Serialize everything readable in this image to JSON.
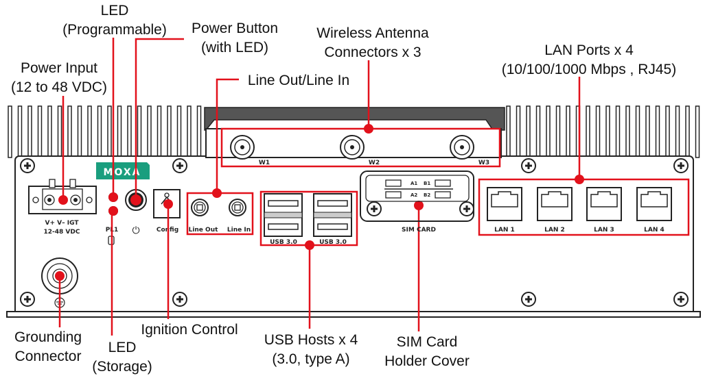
{
  "device_labels": {
    "logo": "MOXA",
    "power_pins": "V+  V–   IGT",
    "power_rating": "12-48 VDC",
    "led_pl1": "PL1",
    "power_symbol": "⏻",
    "config": "Config",
    "line_out": "Line Out",
    "line_in": "Line In",
    "usb_1": "USB 3.0",
    "usb_2": "USB 3.0",
    "sim_card": "SIM CARD",
    "sim_a1": "A1",
    "sim_b1": "B1",
    "sim_a2": "A2",
    "sim_b2": "B2",
    "antennas": [
      "W1",
      "W2",
      "W3"
    ],
    "lan": [
      "LAN 1",
      "LAN 2",
      "LAN 3",
      "LAN 4"
    ]
  },
  "callouts": {
    "led_programmable": [
      "LED",
      "(Programmable)"
    ],
    "power_button": [
      "Power Button",
      "(with LED)"
    ],
    "power_input": [
      "Power Input",
      "(12 to 48 VDC)"
    ],
    "line_io": [
      "Line Out/Line In"
    ],
    "wireless": [
      "Wireless Antenna",
      "Connectors x 3"
    ],
    "lan_ports": [
      "LAN Ports x 4",
      "(10/100/1000 Mbps , RJ45)"
    ],
    "grounding": [
      "Grounding",
      "Connector"
    ],
    "led_storage": [
      "LED",
      "(Storage)"
    ],
    "ignition": [
      "Ignition Control"
    ],
    "usb_hosts": [
      "USB Hosts x 4",
      "(3.0, type A)"
    ],
    "sim_cover": [
      "SIM Card",
      "Holder Cover"
    ]
  },
  "colors": {
    "callout": "#e2111b",
    "logo": "#1a9e7e"
  }
}
